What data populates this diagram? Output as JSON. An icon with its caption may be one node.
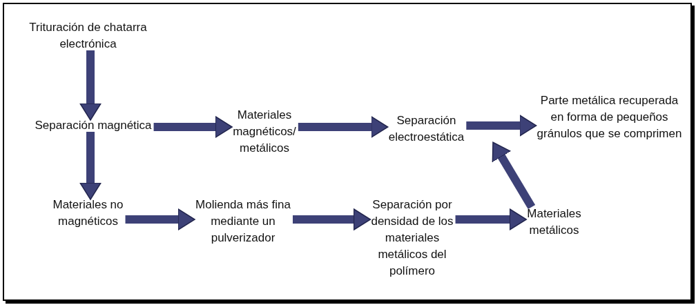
{
  "diagram": {
    "nodes": [
      {
        "text": [
          "Trituración de chatarra electrónica"
        ]
      },
      {
        "text": [
          "Separación magnética"
        ]
      },
      {
        "text": [
          "Materiales magnéticos/ metálicos"
        ]
      },
      {
        "text": [
          "Separación electroestática"
        ]
      },
      {
        "text": [
          "Parte metálica recuperada en forma de pequeños gránulos que se comprimen"
        ]
      },
      {
        "text": [
          "Materiales no magnéticos"
        ]
      },
      {
        "text": [
          "Molienda más fina mediante un pulverizador"
        ]
      },
      {
        "text": [
          "Separación por densidad de los materiales metálicos del polímero"
        ]
      },
      {
        "text": [
          "Materiales metálicos"
        ]
      }
    ],
    "edges": [
      {
        "from": 0,
        "to": 1,
        "arrow": "to"
      },
      {
        "from": 1,
        "to": 2,
        "arrow": "to"
      },
      {
        "from": 2,
        "to": 3,
        "arrow": "to"
      },
      {
        "from": 3,
        "to": 4,
        "arrow": "to"
      },
      {
        "from": 1,
        "to": 5,
        "arrow": "to"
      },
      {
        "from": 5,
        "to": 6,
        "arrow": "to"
      },
      {
        "from": 6,
        "to": 7,
        "arrow": "to"
      },
      {
        "from": 7,
        "to": 8,
        "arrow": "to"
      },
      {
        "from": 8,
        "to": 3,
        "arrow": "to"
      }
    ]
  }
}
